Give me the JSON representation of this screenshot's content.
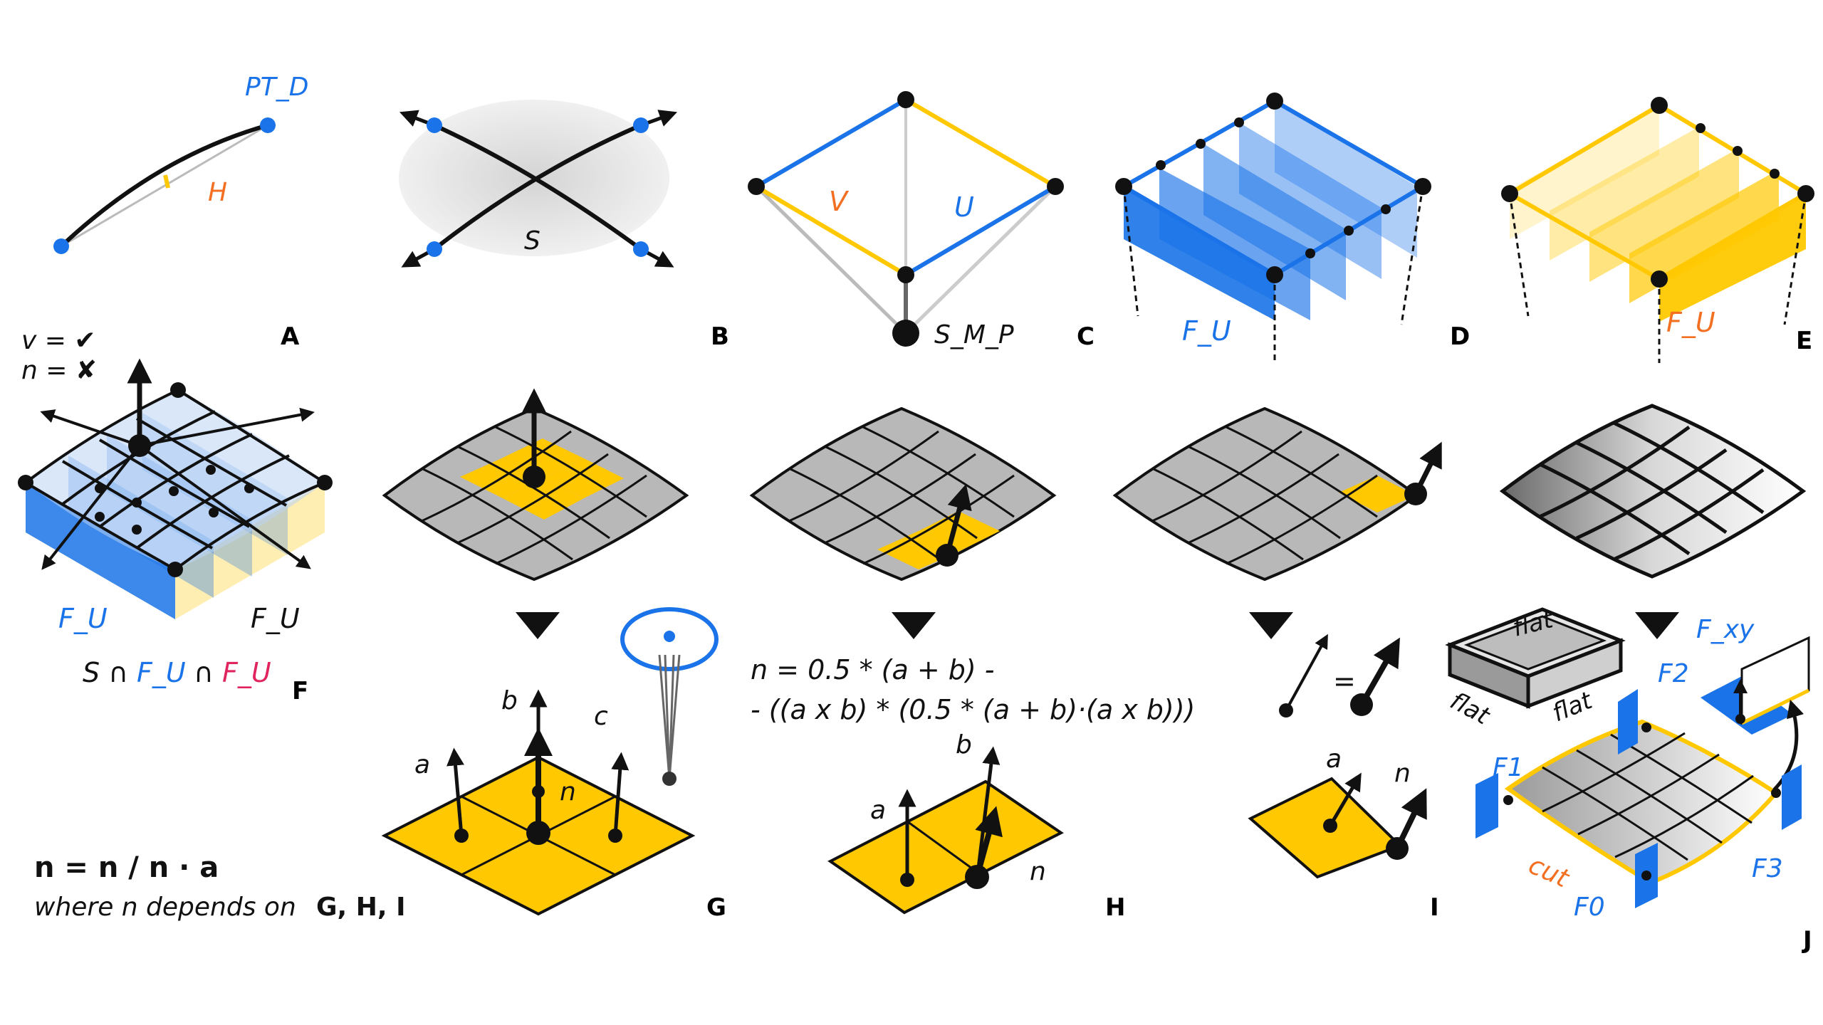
{
  "colors": {
    "blue": "#1a73e8",
    "yellow": "#ffc800",
    "orange": "#f36f21",
    "pink": "#e0245e",
    "grey": "#b8b8b8",
    "black": "#111111"
  },
  "panels": {
    "A": {
      "letter": "A",
      "point_label": "PT_D",
      "height_label": "H"
    },
    "B": {
      "letter": "B",
      "surface_label": "S"
    },
    "C": {
      "letter": "C",
      "v_label": "V",
      "u_label": "U",
      "point_label": "S_M_P"
    },
    "D": {
      "letter": "D",
      "plane_label": "F_U"
    },
    "E": {
      "letter": "E",
      "plane_label": "F_U"
    },
    "F": {
      "letter": "F",
      "v_check": "v = ✔",
      "n_cross": "n = ✘",
      "label_blue": "F_U",
      "label_black": "F_U",
      "formula_s": "S ∩",
      "formula_fu1": "F_U",
      "formula_cap": "∩",
      "formula_fu2": "F_U"
    },
    "G": {
      "letter": "G",
      "a": "a",
      "b": "b",
      "c": "c",
      "n": "n"
    },
    "H": {
      "letter": "H",
      "formula_line1": "n = 0.5 * (a + b) -",
      "formula_line2": "- ((a x b) * (0.5 * (a + b)·(a x b)))",
      "a": "a",
      "b": "b",
      "n": "n"
    },
    "I": {
      "letter": "I",
      "eq": "=",
      "a": "a",
      "n": "n"
    },
    "J": {
      "letter": "J",
      "flat1": "flat",
      "flat2": "flat",
      "flat3": "flat",
      "fxy": "F_xy",
      "f0": "F0",
      "f1": "F1",
      "f2": "F2",
      "f3": "F3",
      "cut": "cut"
    }
  },
  "footer": {
    "formula": "n = n / n · a",
    "where_prefix": "where n depends on",
    "where_bold": "G, H, I"
  }
}
